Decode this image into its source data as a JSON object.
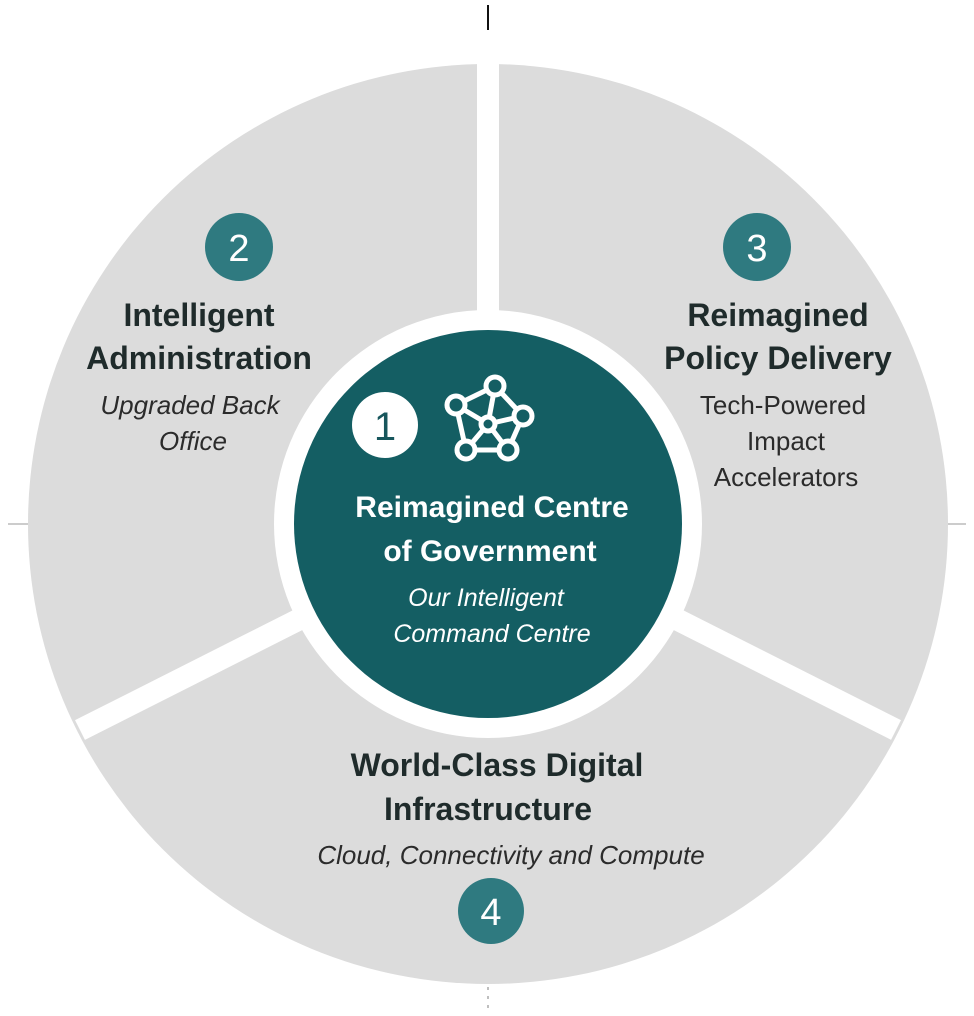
{
  "colors": {
    "segment": "#dcdcdc",
    "center": "#145e63",
    "badge": "#2f7a80",
    "divider": "#ffffff",
    "title": "#1f2b2b"
  },
  "center": {
    "number": "1",
    "icon": "network-nodes-icon",
    "title_line1": "Reimagined Centre",
    "title_line2": "of Government",
    "subtitle_line1": "Our Intelligent",
    "subtitle_line2": "Command Centre"
  },
  "segments": [
    {
      "number": "2",
      "title_line1": "Intelligent",
      "title_line2": "Administration",
      "subtitle_line1": "Upgraded Back",
      "subtitle_line2": "Office"
    },
    {
      "number": "3",
      "title_line1": "Reimagined",
      "title_line2": "Policy Delivery",
      "subtitle_line1": "Tech-Powered",
      "subtitle_line2": "Impact",
      "subtitle_line3": "Accelerators"
    },
    {
      "number": "4",
      "title_line1": "World-Class Digital",
      "title_line2": "Infrastructure",
      "subtitle_line1": "Cloud, Connectivity and Compute"
    }
  ]
}
